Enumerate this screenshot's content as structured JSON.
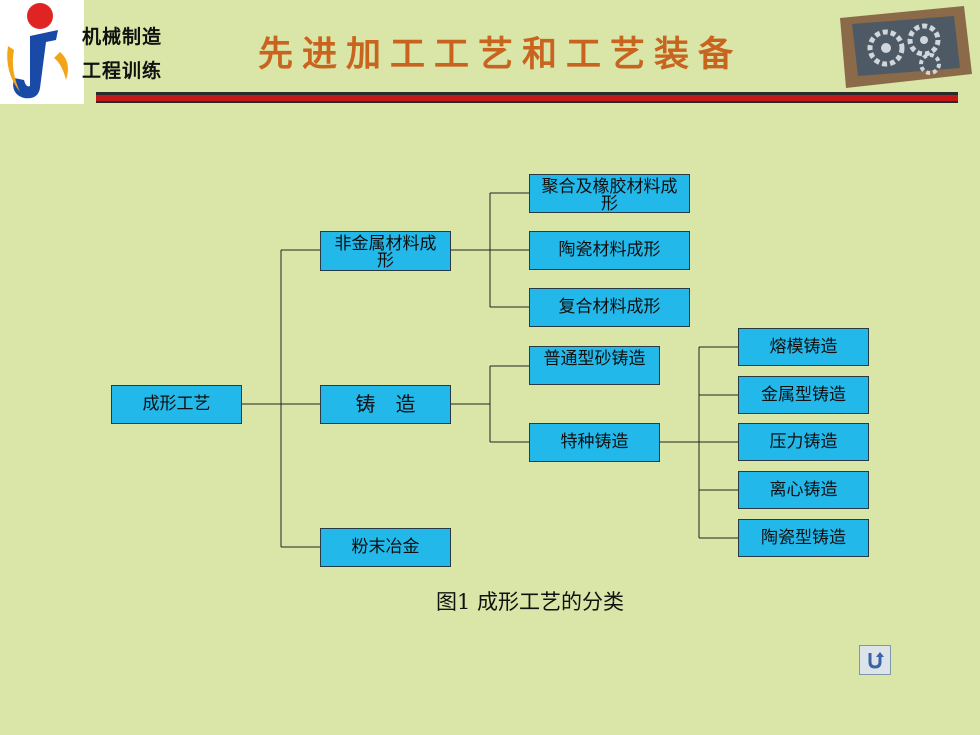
{
  "header": {
    "logo_line1": "机械制造",
    "logo_line2": "工程训练",
    "title": "先进加工工艺和工艺装备"
  },
  "diagram": {
    "root": "成形工艺",
    "level1": [
      "非金属材料成形",
      "铸　造",
      "粉末冶金"
    ],
    "nonmetal_children": [
      "聚合及橡胶材料成形",
      "陶瓷材料成形",
      "复合材料成形"
    ],
    "casting_children": [
      "普通型砂铸造",
      "特种铸造"
    ],
    "special_casting_children": [
      "熔模铸造",
      "金属型铸造",
      "压力铸造",
      "离心铸造",
      "陶瓷型铸造"
    ]
  },
  "caption": "图1  成形工艺的分类",
  "colors": {
    "node_fill": "#22b8ea",
    "background": "#d9e6a8",
    "title": "#c8641e"
  },
  "icons": {
    "back": "return-arrow-icon"
  }
}
